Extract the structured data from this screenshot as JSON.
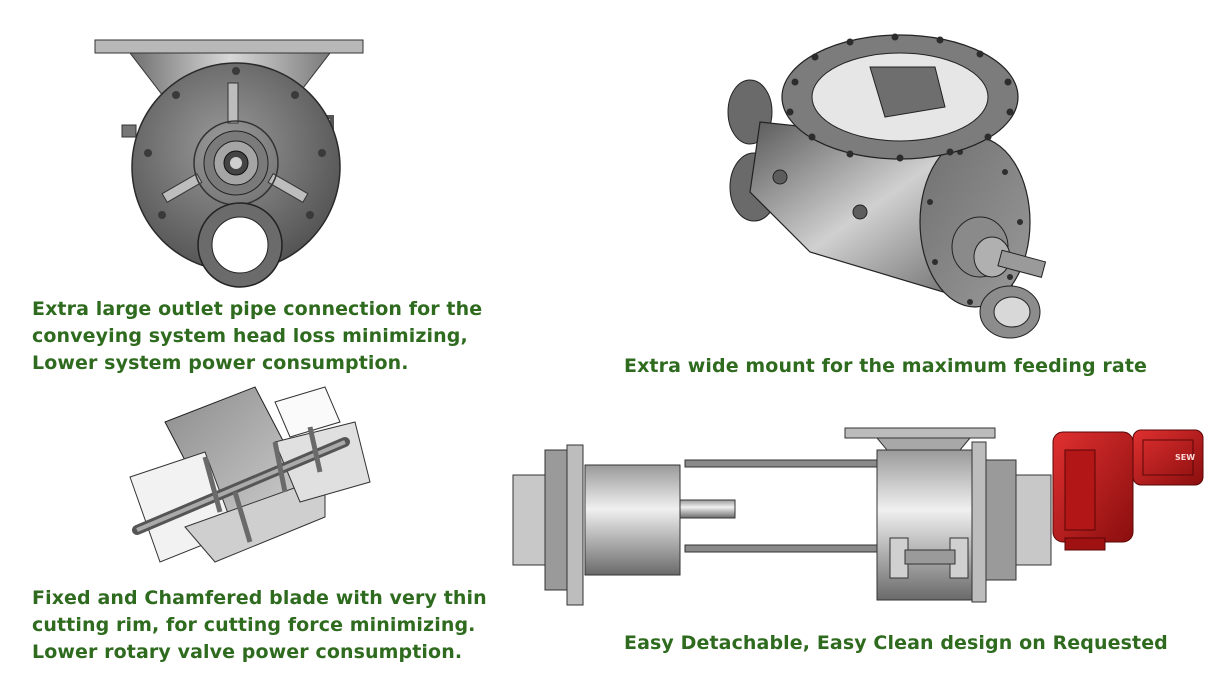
{
  "captions": {
    "outlet": {
      "line1": "Extra large outlet pipe connection for the",
      "line2": "conveying system head loss minimizing,",
      "line3": "Lower system power consumption."
    },
    "mount": {
      "line1": "Extra wide mount for the maximum feeding rate"
    },
    "blade": {
      "line1": "Fixed and Chamfered blade with very thin",
      "line2": "cutting rim, for cutting force minimizing.",
      "line3": "Lower rotary valve power consumption."
    },
    "detachable": {
      "line1": "Easy Detachable, Easy Clean design on Requested"
    }
  },
  "motor_badge": "SEW",
  "colors": {
    "caption_text": "#2f6b1f",
    "steel_dark": "#5a5a5a",
    "steel_mid": "#8a8a8a",
    "steel_light": "#c9c9c9",
    "motor_red": "#c41a1a"
  }
}
